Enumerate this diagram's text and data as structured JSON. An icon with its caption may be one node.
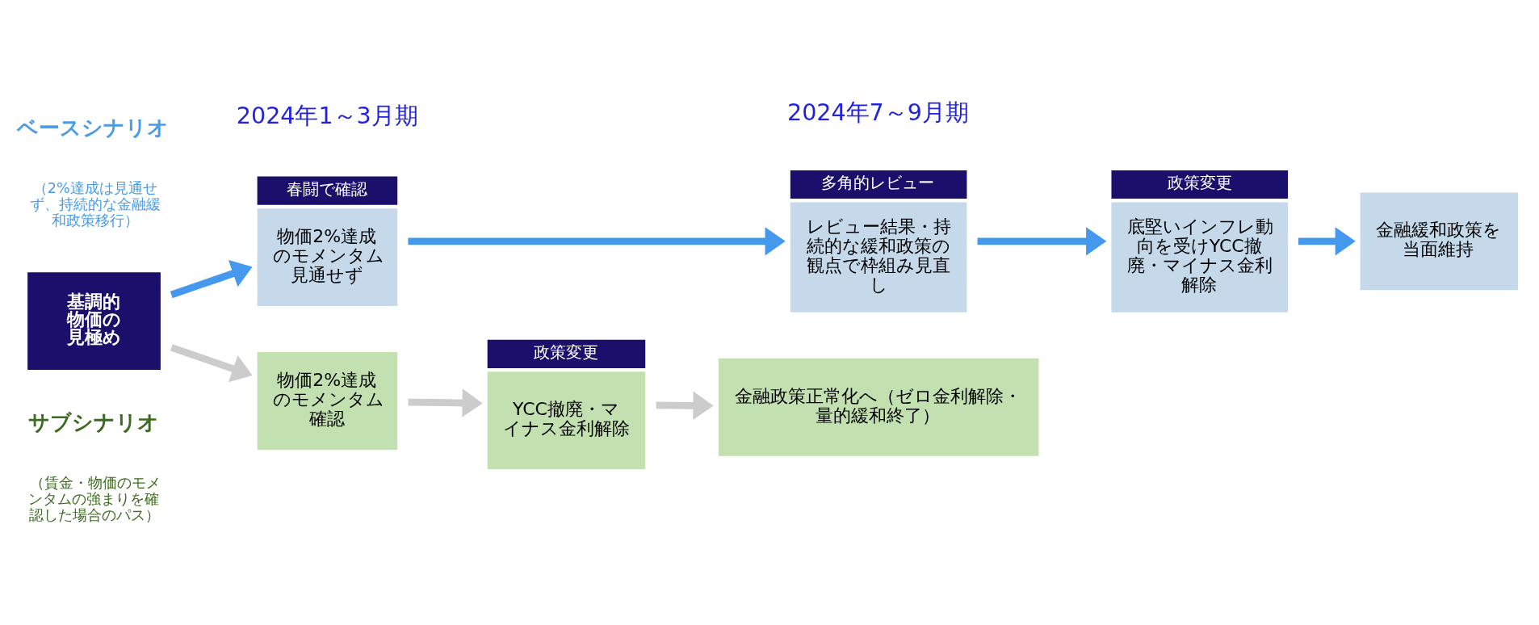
{
  "diagram": {
    "nodes": [
      {
        "text": [
          "基調的物価の見極め"
        ]
      },
      {
        "text": [
          "春闘で確認",
          "物価2%達成のモメンタム見通せず"
        ]
      },
      {
        "text": [
          "多角的レビュー",
          "レビュー結果・持続的な緩和政策の観点で枠組み見直し"
        ]
      },
      {
        "text": [
          "政策変更",
          "底堅いインフレ動向を受けYCC撤廃・マイナス金利解除"
        ]
      },
      {
        "text": [
          "金融緩和政策を当面維持"
        ]
      },
      {
        "text": [
          "物価2%達成のモメンタム確認"
        ]
      },
      {
        "text": [
          "政策変更",
          "YCC撤廃・マイナス金利解除"
        ]
      },
      {
        "text": [
          "金融政策正常化へ（ゼロ金利解除・量的緩和終了）"
        ]
      }
    ],
    "edges": [
      {
        "from": 0,
        "to": 1,
        "arrow": "to"
      },
      {
        "from": 1,
        "to": 2,
        "arrow": "to"
      },
      {
        "from": 2,
        "to": 3,
        "arrow": "to"
      },
      {
        "from": 3,
        "to": 4,
        "arrow": "to"
      },
      {
        "from": 0,
        "to": 5,
        "arrow": "to",
        "color": "#cccccc"
      },
      {
        "from": 5,
        "to": 6,
        "arrow": "to",
        "color": "#cccccc"
      },
      {
        "from": 6,
        "to": 7,
        "arrow": "to",
        "color": "#cccccc"
      }
    ],
    "labels": [
      "2024年1～3月期",
      "2024年7～9月期",
      "ベースシナリオ",
      "（2%達成は見通せず、持続的な金融緩和政策移行）",
      "サブシナリオ",
      "（賃金・物価のモメンタムの強まりを確認した場合のパス）"
    ]
  }
}
